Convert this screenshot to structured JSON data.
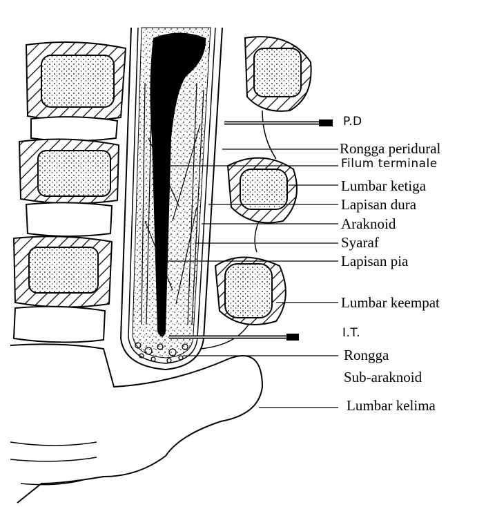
{
  "labels": {
    "pd": "P.D",
    "rongga_peridural": "Rongga peridural",
    "filum_terminale": "Filum terminale",
    "lumbar_ketiga": "Lumbar ketiga",
    "lapisan_dura": "Lapisan dura",
    "araknoid": "Araknoid",
    "syaraf": "Syaraf",
    "lapisan_pia": "Lapisan pia",
    "lumbar_keempat": "Lumbar keempat",
    "it": "I.T.",
    "rongga": "Rongga",
    "sub_araknoid": "Sub-araknoid",
    "lumbar_kelima": "Lumbar kelima"
  }
}
